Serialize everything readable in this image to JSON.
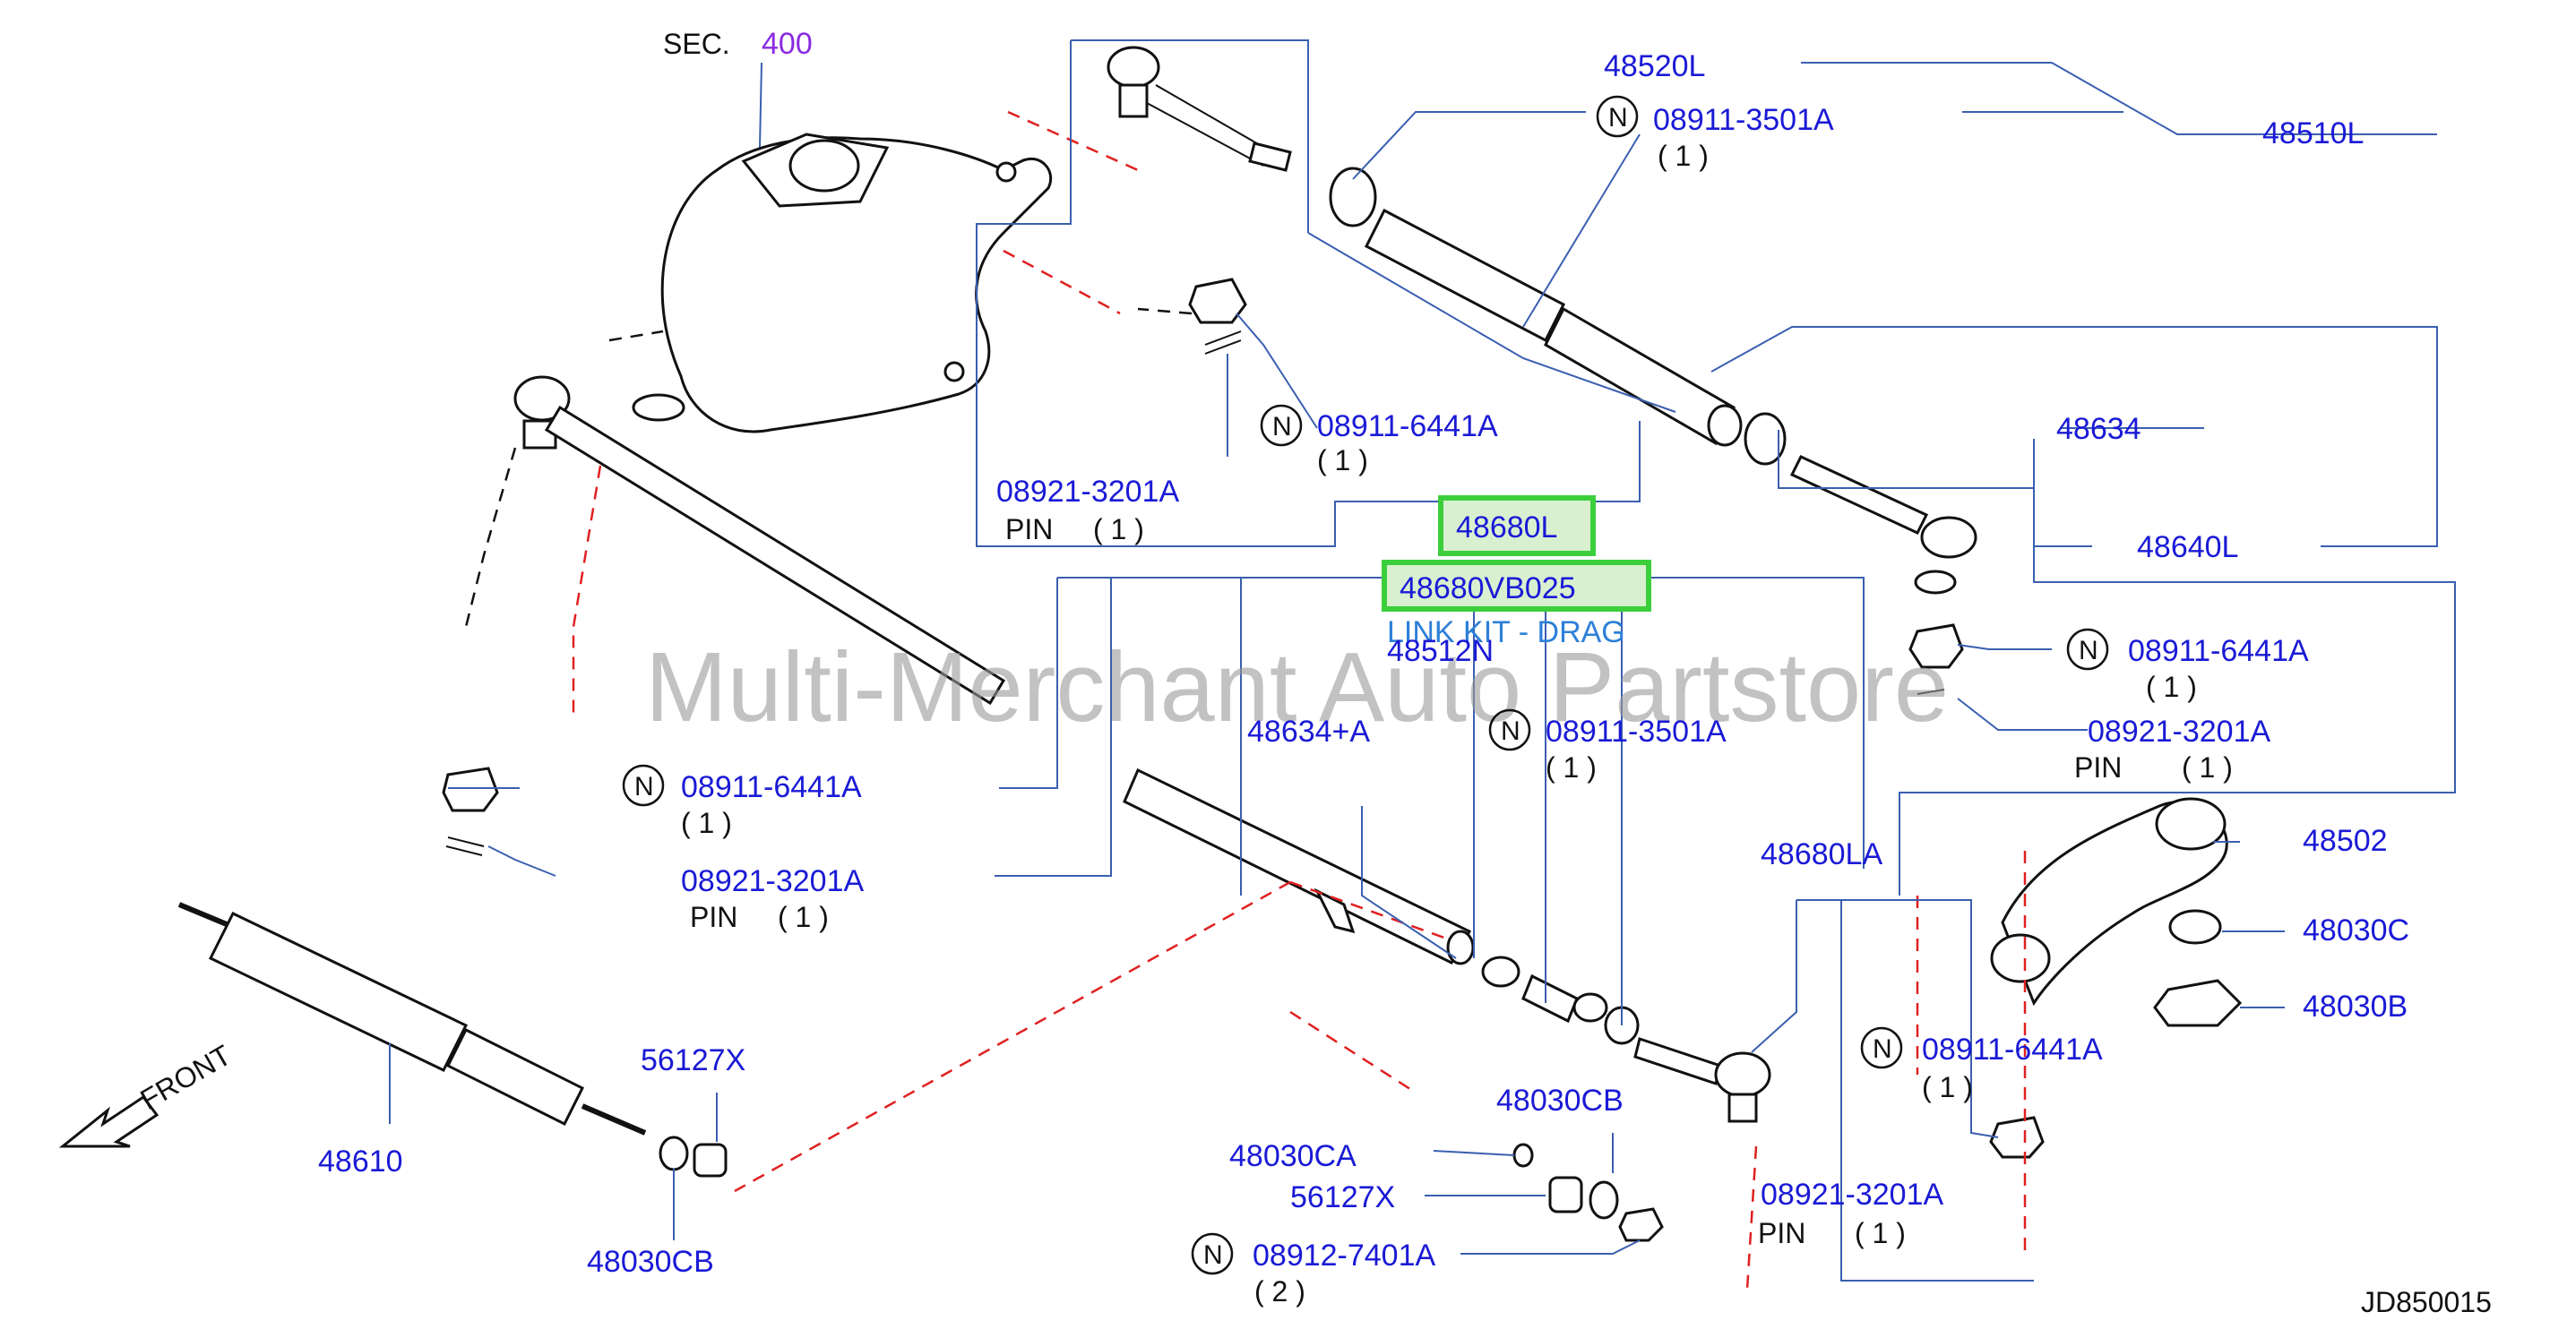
{
  "section": {
    "prefix": "SEC.",
    "number": "400"
  },
  "watermark": "Multi-Merchant Auto Partstore",
  "diagram_id": "JD850015",
  "front_label": "FRONT",
  "n_symbol": "N",
  "highlight": {
    "part": "48680L",
    "kit_number": "48680VB025",
    "kit_desc": "LINK KIT - DRAG"
  },
  "parts": {
    "p48520L": "48520L",
    "p48510L": "48510L",
    "p08911_3501A_top": "08911-3501A",
    "qty_top1": "( 1 )",
    "p08911_6441A_top": "08911-6441A",
    "qty_top2": "( 1 )",
    "p08921_3201A_top": "08921-3201A",
    "pin_top": "PIN",
    "qty_pin_top": "( 1 )",
    "p48634": "48634",
    "p48640L": "48640L",
    "p08911_6441A_right": "08911-6441A",
    "qty_right1": "( 1 )",
    "p08921_3201A_right": "08921-3201A",
    "pin_right": "PIN",
    "qty_pin_right": "( 1 )",
    "p48512N": "48512N",
    "p48634A": "48634+A",
    "p08911_3501A_mid": "08911-3501A",
    "qty_mid": "( 1 )",
    "p08911_6441A_left": "08911-6441A",
    "qty_left": "( 1 )",
    "p08921_3201A_left": "08921-3201A",
    "pin_left": "PIN",
    "qty_pin_left": "( 1 )",
    "p48680LA": "48680LA",
    "p48502": "48502",
    "p48030C": "48030C",
    "p48030B": "48030B",
    "p08911_6441A_lr": "08911-6441A",
    "qty_lr": "( 1 )",
    "p08921_3201A_lr": "08921-3201A",
    "pin_lr": "PIN",
    "qty_pin_lr": "( 1 )",
    "p56127X_top": "56127X",
    "p48610": "48610",
    "p48030CB_left": "48030CB",
    "p48030CB_mid": "48030CB",
    "p48030CA": "48030CA",
    "p56127X_mid": "56127X",
    "p08912_7401A": "08912-7401A",
    "qty_bolt": "( 2 )"
  },
  "colors": {
    "label_blue": "#1a1ad6",
    "section_purple": "#8a2be2",
    "highlight_green": "#3ccf3c",
    "leader_blue": "#3a5fb0",
    "dashed_red": "#e02020"
  }
}
